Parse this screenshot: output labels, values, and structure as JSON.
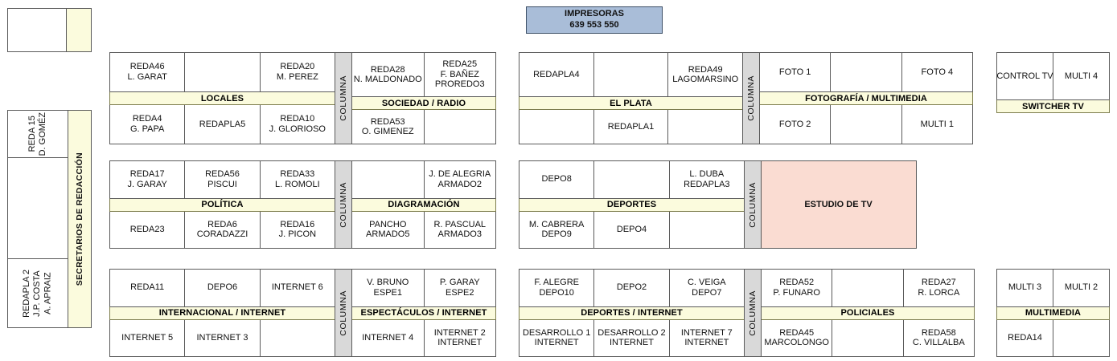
{
  "printers": {
    "title": "IMPRESORAS",
    "codes": "639  553  550"
  },
  "sidebar": {
    "strip_label": "SECRETARIOS DE REDACCIÓN",
    "cells": [
      {
        "lines": [
          "REDA 15",
          "D. GOMÉZ"
        ]
      },
      {
        "lines": []
      },
      {
        "lines": [
          "REDAPLA 2",
          "J.P. COSTA",
          "A. APRAIZ"
        ]
      }
    ]
  },
  "divider_label": "COLUMNA",
  "blocks": [
    {
      "id": "row1-left",
      "sections": [
        {
          "name": "LOCALES",
          "top": [
            {
              "lines": [
                "REDA46",
                "L. GARAT"
              ]
            },
            {
              "lines": []
            },
            {
              "lines": [
                "REDA20",
                "M. PEREZ"
              ]
            }
          ],
          "bottom": [
            {
              "lines": [
                "REDA4",
                "G. PAPA"
              ]
            },
            {
              "lines": [
                "REDAPLA5"
              ]
            },
            {
              "lines": [
                "REDA10",
                "J. GLORIOSO"
              ]
            }
          ]
        },
        {
          "name": "SOCIEDAD / RADIO",
          "top": [
            {
              "lines": [
                "REDA28",
                "N. MALDONADO"
              ]
            },
            {
              "lines": [
                "REDA25",
                "F. BAÑEZ",
                "PROREDO3"
              ]
            }
          ],
          "bottom": [
            {
              "lines": [
                "REDA53",
                "O. GIMENEZ"
              ]
            },
            {
              "lines": []
            }
          ]
        }
      ]
    },
    {
      "id": "row1-right",
      "sections": [
        {
          "name": "EL PLATA",
          "top": [
            {
              "lines": [
                "REDAPLA4"
              ]
            },
            {
              "lines": []
            },
            {
              "lines": [
                "REDA49",
                "LAGOMARSINO"
              ]
            }
          ],
          "bottom": [
            {
              "lines": []
            },
            {
              "lines": [
                "REDAPLA1"
              ]
            },
            {
              "lines": []
            }
          ]
        },
        {
          "name": "FOTOGRAFÍA / MULTIMEDIA",
          "top": [
            {
              "lines": [
                "FOTO 1"
              ]
            },
            {
              "lines": []
            },
            {
              "lines": [
                "FOTO 4"
              ]
            }
          ],
          "bottom": [
            {
              "lines": [
                "FOTO 2"
              ]
            },
            {
              "lines": []
            },
            {
              "lines": [
                "MULTI 1"
              ]
            }
          ]
        }
      ]
    },
    {
      "id": "row1-far",
      "sections": [
        {
          "name": "SWITCHER TV",
          "top": [
            {
              "lines": [
                "CONTROL TV"
              ]
            },
            {
              "lines": [
                "MULTI 4"
              ]
            }
          ],
          "bottom": []
        }
      ]
    },
    {
      "id": "row2-left",
      "sections": [
        {
          "name": "POLÍTICA",
          "top": [
            {
              "lines": [
                "REDA17",
                "J. GARAY"
              ]
            },
            {
              "lines": [
                "REDA56",
                "PISCUI"
              ]
            },
            {
              "lines": [
                "REDA33",
                "L. ROMOLI"
              ]
            }
          ],
          "bottom": [
            {
              "lines": [
                "REDA23"
              ]
            },
            {
              "lines": [
                "REDA6",
                "CORADAZZI"
              ]
            },
            {
              "lines": [
                "REDA16",
                "J. PICON"
              ]
            }
          ]
        },
        {
          "name": "DIAGRAMACIÓN",
          "top": [
            {
              "lines": []
            },
            {
              "lines": [
                "J. DE ALEGRIA",
                "ARMADO2"
              ]
            }
          ],
          "bottom": [
            {
              "lines": [
                "PANCHO",
                "ARMADO5"
              ]
            },
            {
              "lines": [
                "R. PASCUAL",
                "ARMADO3"
              ]
            }
          ]
        }
      ]
    },
    {
      "id": "row2-right",
      "sections": [
        {
          "name": "DEPORTES",
          "top": [
            {
              "lines": [
                "DEPO8"
              ]
            },
            {
              "lines": []
            },
            {
              "lines": [
                "L. DUBA",
                "REDAPLA3"
              ]
            }
          ],
          "bottom": [
            {
              "lines": [
                "M. CABRERA",
                "DEPO9"
              ]
            },
            {
              "lines": [
                "DEPO4"
              ]
            },
            {
              "lines": []
            }
          ]
        }
      ],
      "studio": "ESTUDIO DE TV"
    },
    {
      "id": "row3-left",
      "sections": [
        {
          "name": "INTERNACIONAL / INTERNET",
          "top": [
            {
              "lines": [
                "REDA11"
              ]
            },
            {
              "lines": [
                "DEPO6"
              ]
            },
            {
              "lines": [
                "INTERNET 6"
              ]
            }
          ],
          "bottom": [
            {
              "lines": [
                "INTERNET 5"
              ]
            },
            {
              "lines": [
                "INTERNET 3"
              ]
            },
            {
              "lines": []
            }
          ]
        },
        {
          "name": "ESPECTÁCULOS / INTERNET",
          "top": [
            {
              "lines": [
                "V. BRUNO",
                "ESPE1"
              ]
            },
            {
              "lines": [
                "P. GARAY",
                "ESPE2"
              ]
            }
          ],
          "bottom": [
            {
              "lines": [
                "INTERNET 4"
              ]
            },
            {
              "lines": [
                "INTERNET 2",
                "INTERNET"
              ]
            }
          ]
        }
      ]
    },
    {
      "id": "row3-right",
      "sections": [
        {
          "name": "DEPORTES / INTERNET",
          "top": [
            {
              "lines": [
                "F. ALEGRE",
                "DEPO10"
              ]
            },
            {
              "lines": [
                "DEPO2"
              ]
            },
            {
              "lines": [
                "C. VEIGA",
                "DEPO7"
              ]
            }
          ],
          "bottom": [
            {
              "lines": [
                "DESARROLLO 1",
                "INTERNET"
              ]
            },
            {
              "lines": [
                "DESARROLLO 2",
                "INTERNET"
              ]
            },
            {
              "lines": [
                "INTERNET 7",
                "INTERNET"
              ]
            }
          ]
        },
        {
          "name": "POLICIALES",
          "top": [
            {
              "lines": [
                "REDA52",
                "P. FUNARO"
              ]
            },
            {
              "lines": []
            },
            {
              "lines": [
                "REDA27",
                "R. LORCA"
              ]
            }
          ],
          "bottom": [
            {
              "lines": [
                "REDA45",
                "MARCOLONGO"
              ]
            },
            {
              "lines": []
            },
            {
              "lines": [
                "REDA58",
                "C. VILLALBA"
              ]
            }
          ]
        }
      ]
    },
    {
      "id": "row3-far",
      "sections": [
        {
          "name": "MULTIMEDIA",
          "top": [
            {
              "lines": [
                "MULTI 3"
              ]
            },
            {
              "lines": [
                "MULTI 2"
              ]
            }
          ],
          "bottom": [
            {
              "lines": [
                "REDA14"
              ]
            },
            {
              "lines": []
            }
          ]
        }
      ]
    }
  ],
  "colors": {
    "band": "#fbfbdd",
    "divider": "#d9d9d9",
    "studio": "#fadcd2",
    "printers": "#a9bdd8",
    "stroke": "#5a5a5a"
  }
}
